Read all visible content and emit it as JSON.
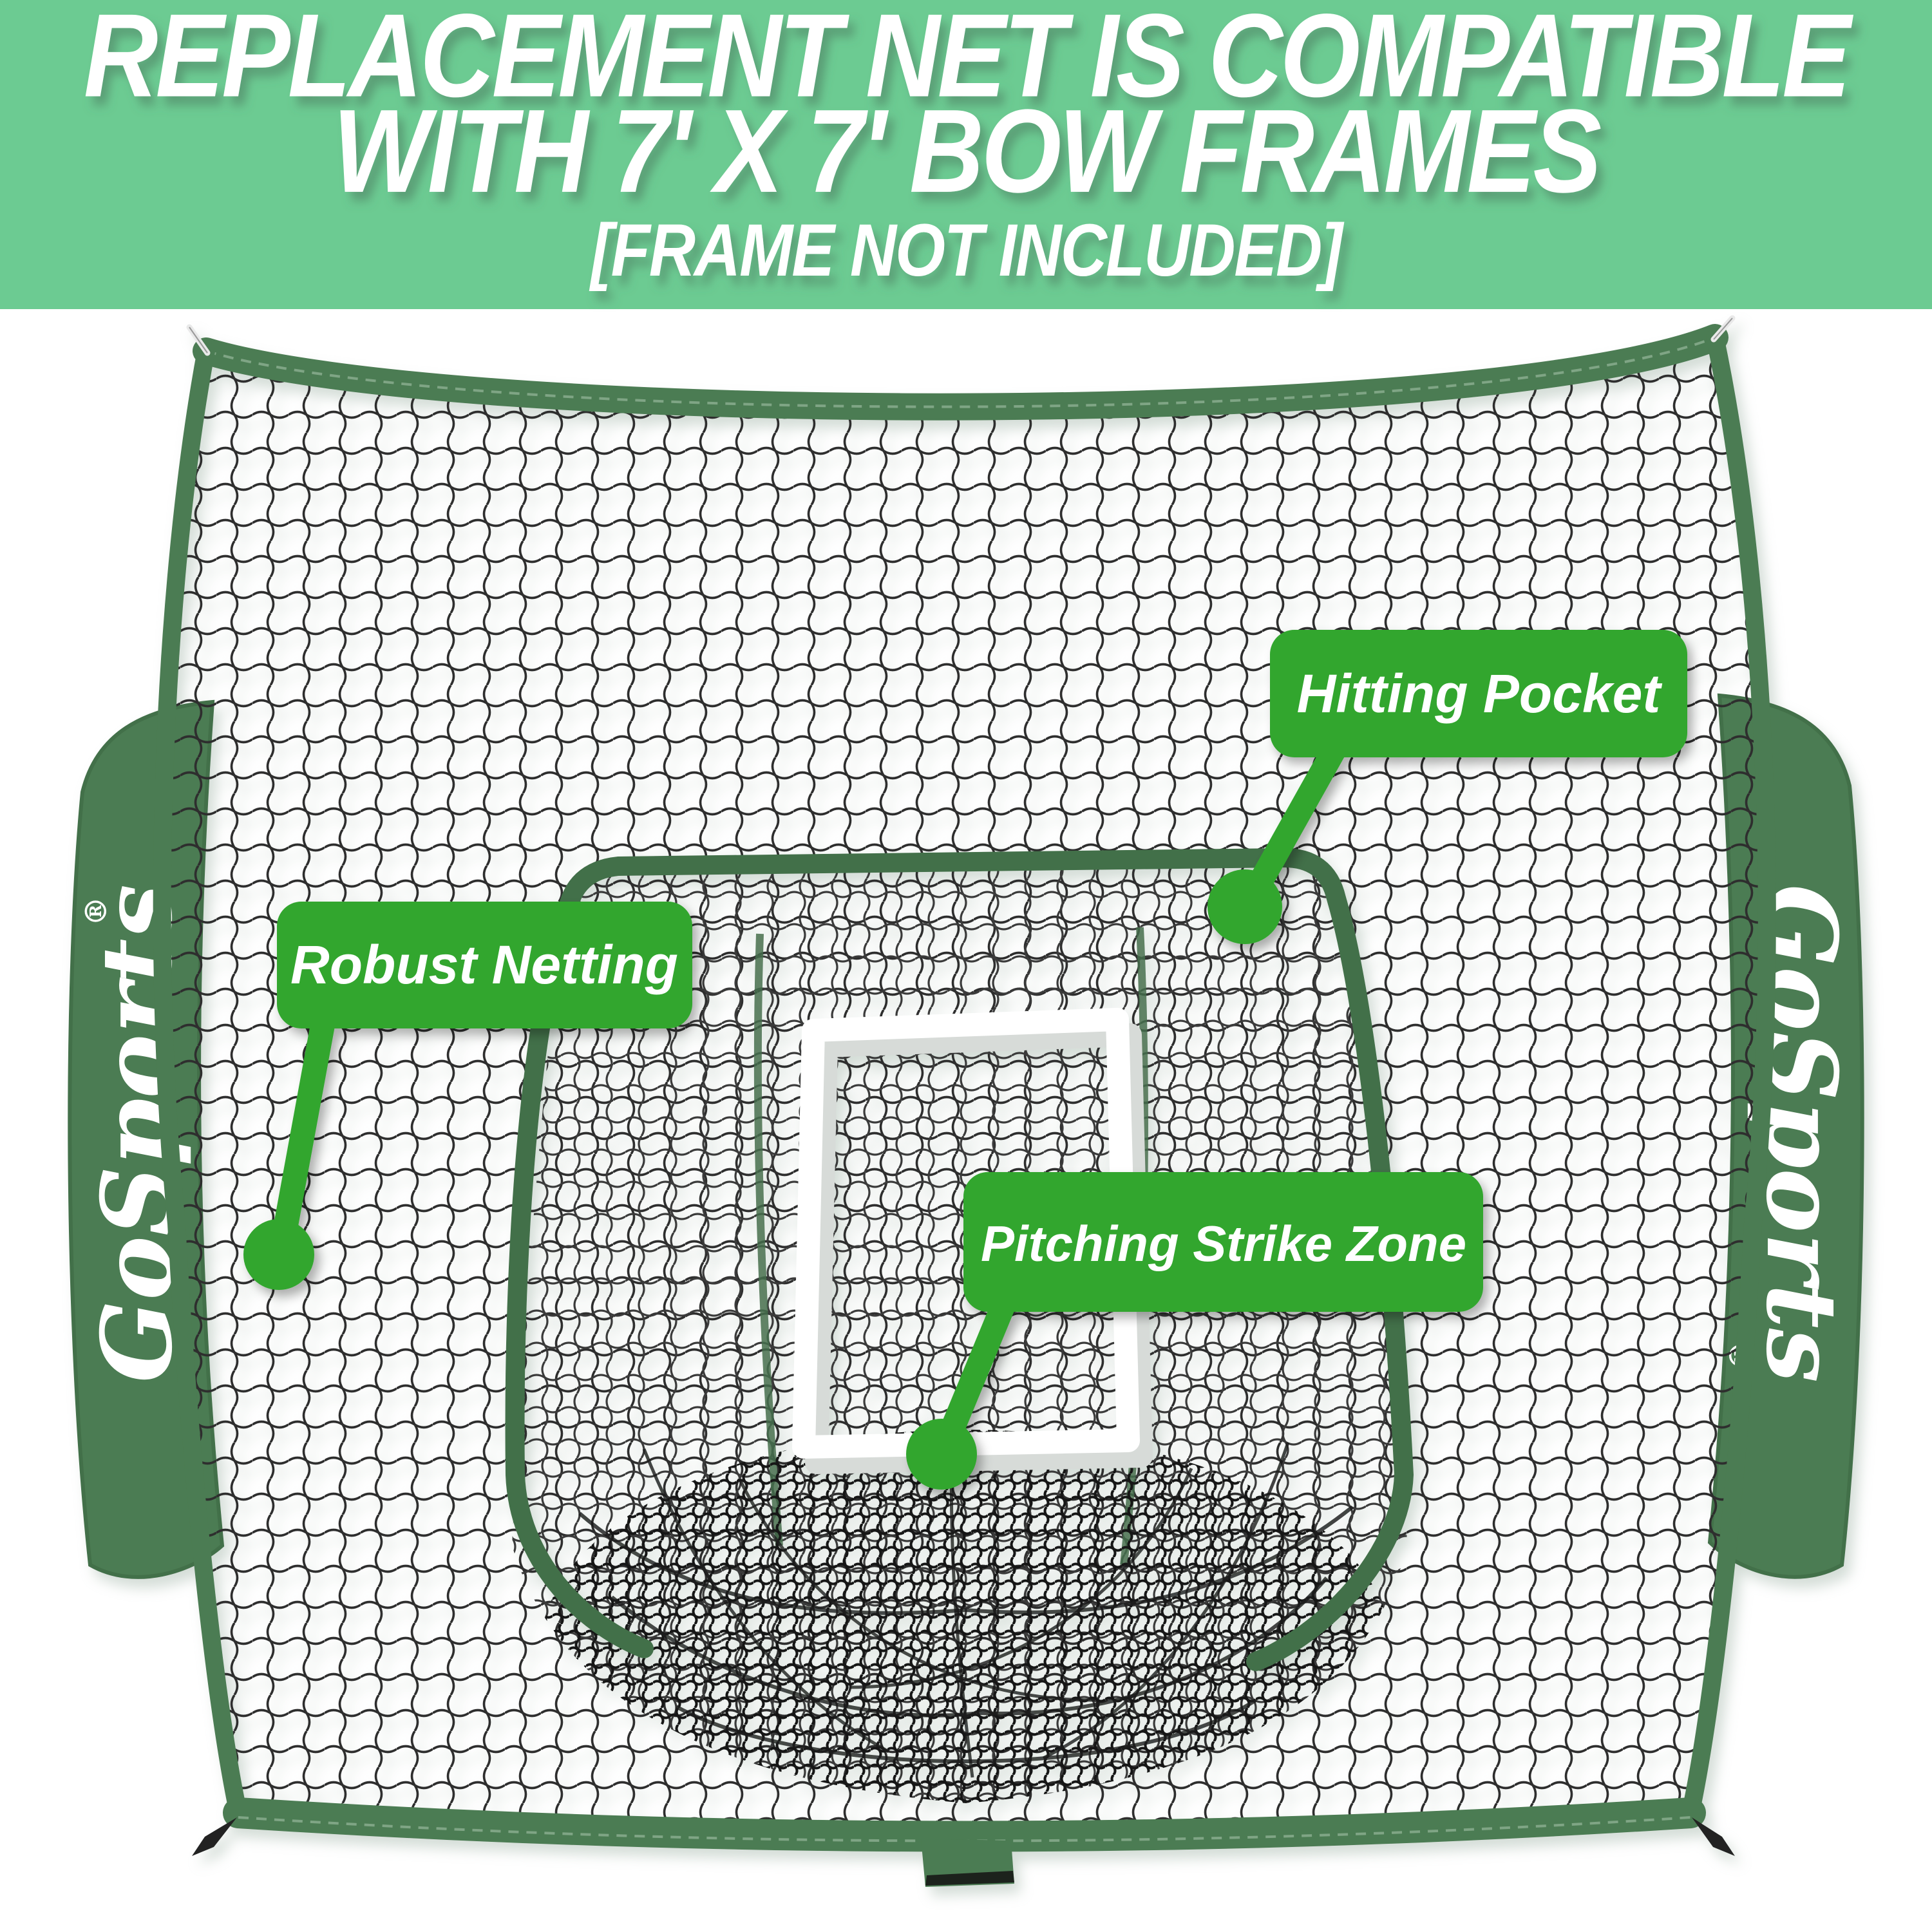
{
  "banner": {
    "line1": "REPLACEMENT NET IS COMPATIBLE",
    "line2": "WITH 7' X 7' BOW FRAMES",
    "line3": "[FRAME NOT INCLUDED]"
  },
  "callouts": [
    {
      "id": "hitting-pocket",
      "label": "Hitting Pocket"
    },
    {
      "id": "robust-netting",
      "label": "Robust Netting"
    },
    {
      "id": "pitching-strike-zone",
      "label": "Pitching Strike Zone"
    }
  ],
  "brand": {
    "logo_text": "GoSports",
    "registered_mark": "®"
  },
  "colors": {
    "banner_green": "#6CCB92",
    "callout_green": "#31A62F",
    "trim_green": "#4C7B52",
    "trim_green_dark": "#426F48",
    "net_line": "#2D2D2D",
    "strike_zone_white": "#FFFFFF",
    "background": "#FFFFFF"
  }
}
